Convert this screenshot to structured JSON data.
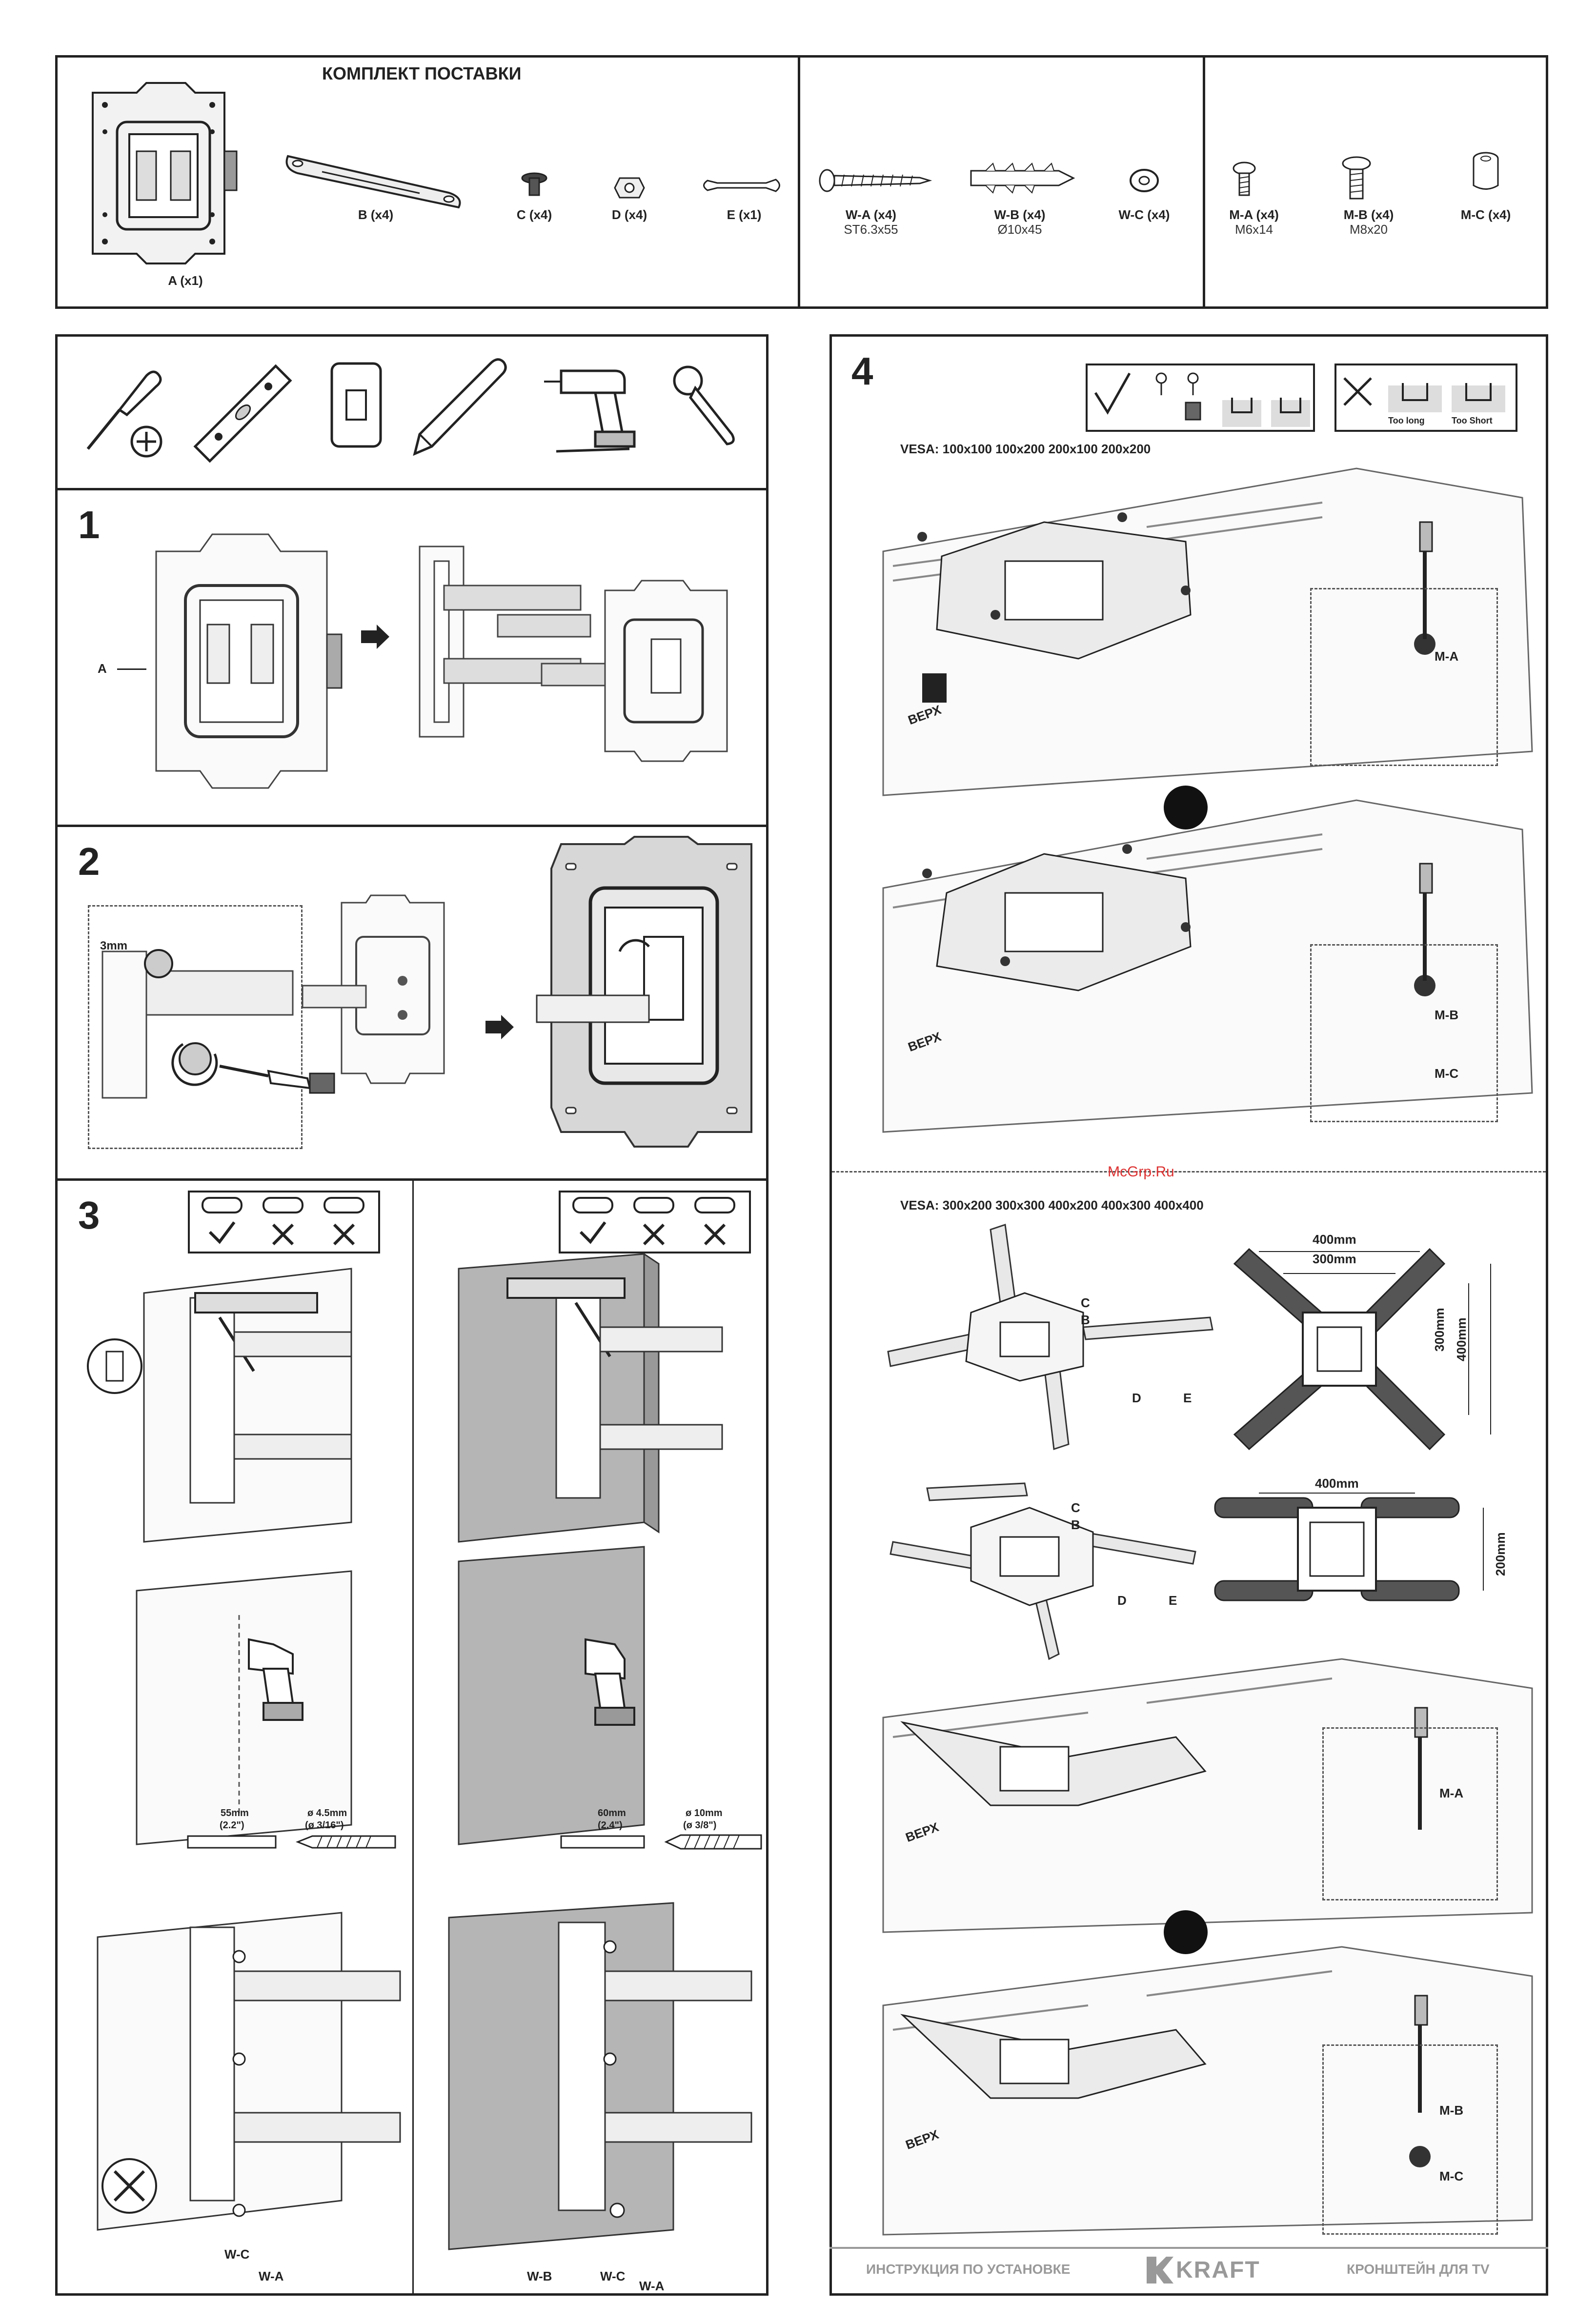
{
  "kit": {
    "title": "КОМПЛЕКТ ПОСТАВКИ",
    "items": [
      {
        "label": "A (x1)"
      },
      {
        "label": "B (x4)"
      },
      {
        "label": "C (x4)"
      },
      {
        "label": "D (x4)"
      },
      {
        "label": "E (x1)"
      }
    ],
    "wall": [
      {
        "label": "W-A (x4)",
        "spec": "ST6.3x55"
      },
      {
        "label": "W-B (x4)",
        "spec": "Ø10x45"
      },
      {
        "label": "W-C (x4)",
        "spec": ""
      }
    ],
    "monitor": [
      {
        "label": "M-A (x4)",
        "spec": "M6x14"
      },
      {
        "label": "M-B (x4)",
        "spec": "M8x20"
      },
      {
        "label": "M-C (x4)",
        "spec": ""
      }
    ]
  },
  "steps": {
    "s1": "1",
    "s2": "2",
    "s3": "3",
    "s4": "4"
  },
  "step1": {
    "label_a": "A"
  },
  "step2": {
    "hex": "3mm"
  },
  "step3": {
    "left_spacing": "55mm",
    "left_spacing_in": "(2.2\")",
    "left_drill": "ø 4.5mm",
    "left_drill_in": "(ø 3/16\")",
    "right_spacing": "60mm",
    "right_spacing_in": "(2.4\")",
    "right_drill": "ø 10mm",
    "right_drill_in": "(ø 3/8\")",
    "wc": "W-C",
    "wa": "W-A",
    "wb": "W-B",
    "wc2": "W-C",
    "wa2": "W-A"
  },
  "step4": {
    "too_long": "Too long",
    "too_short": "Too Short",
    "vesa_small": "VESA: 100x100 100x200 200x100 200x200",
    "vesa_large": "VESA: 300x200 300x300 400x200 400x300 400x400",
    "up": "ВЕРХ",
    "ma": "M-A",
    "mb": "M-B",
    "mc": "M-C",
    "c": "C",
    "b": "B",
    "d": "D",
    "e": "E",
    "dim_400": "400mm",
    "dim_300": "300mm",
    "dim_300v": "300mm",
    "dim_400v": "400mm",
    "dim_400b": "400mm",
    "dim_200v": "200mm"
  },
  "footer": {
    "left": "ИНСТРУКЦИЯ ПО УСТАНОВКЕ",
    "brand": "KRAFT",
    "right": "КРОНШТЕЙН ДЛЯ TV"
  },
  "watermark": "McGrp.Ru"
}
